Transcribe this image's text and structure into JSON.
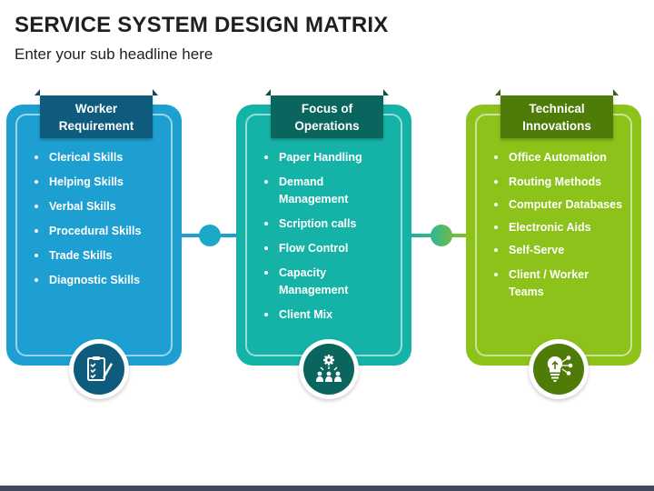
{
  "title": "SERVICE SYSTEM DESIGN MATRIX",
  "subtitle": "Enter your sub headline here",
  "colors": {
    "blue": "#1e9fd2",
    "blue_dark": "#0b6f96",
    "blue_tab": "#0e5b7d",
    "teal": "#15b3a7",
    "teal_dark": "#0c7d74",
    "teal_tab": "#0a655e",
    "green": "#8cc21a",
    "green_dark": "#5f8f0b",
    "green_tab": "#4f7b08"
  },
  "columns": [
    {
      "heading": "Worker Requirement",
      "icon": "checklist-pencil-icon",
      "items": [
        "Clerical Skills",
        "Helping Skills",
        "Verbal Skills",
        "Procedural Skills",
        "Trade Skills",
        "Diagnostic Skills"
      ]
    },
    {
      "heading": "Focus of Operations",
      "icon": "gear-team-icon",
      "items": [
        "Paper Handling",
        "Demand Management",
        "Scription calls",
        "Flow Control",
        "Capacity Management",
        "Client Mix"
      ]
    },
    {
      "heading": "Technical Innovations",
      "icon": "lightbulb-network-icon",
      "items": [
        "Office Automation",
        "Routing Methods",
        "Computer Databases",
        "Electronic Aids",
        "Self-Serve",
        "Client / Worker Teams"
      ]
    }
  ]
}
